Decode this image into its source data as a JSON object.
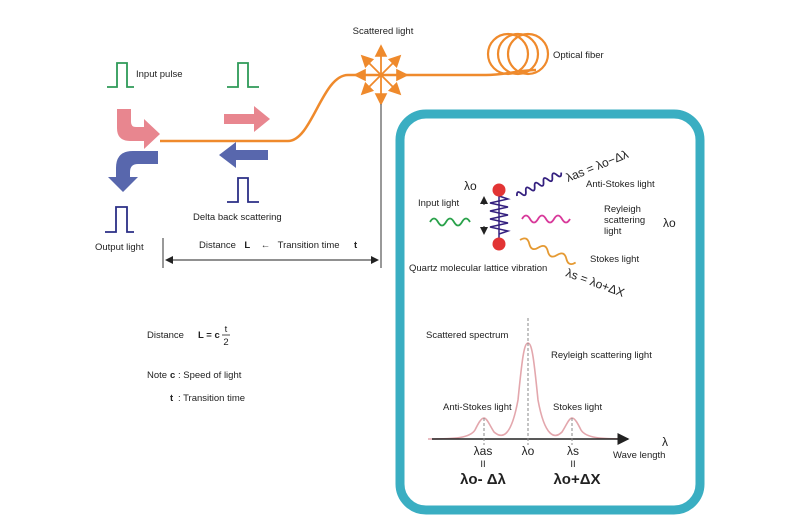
{
  "labels": {
    "input_pulse": "Input pulse",
    "output_light": "Output light",
    "delta_back": "Delta back scattering",
    "scattered_light": "Scattered light",
    "optical_fiber": "Optical fiber",
    "distance_prefix": "Distance",
    "L": "L",
    "arrow_left": "←",
    "transition_time": "Transition time",
    "t": "t",
    "distance_formula_prefix": "Distance",
    "formula_lhs": "L = c",
    "formula_num": "t",
    "formula_den": "2",
    "note": "Note",
    "c_symbol": "c",
    "c_desc": ": Speed of light",
    "t_symbol": "t",
    "t_desc": ": Transition time"
  },
  "inset": {
    "input_light": "Input light",
    "lambda_o_top": "λo",
    "anti_stokes_light": "Anti-Stokes light",
    "rayleigh_line1": "Reyleigh",
    "rayleigh_line2": "scattering",
    "rayleigh_line3": "light",
    "lambda_o_right": "λo",
    "stokes_light": "Stokes light",
    "lattice_vibration": "Quartz molecular lattice vibration",
    "las_formula": "λas = λo−Δλ",
    "ls_formula": "λs = λo+ΔX",
    "scattered_spectrum": "Scattered spectrum",
    "rayleigh_peak": "Reyleigh scattering light",
    "anti_stokes_peak": "Anti-Stokes light",
    "stokes_peak": "Stokes light",
    "axis_lambda": "λ",
    "wave_length": "Wave length",
    "tick_as": "λas",
    "tick_o": "λo",
    "tick_s": "λs",
    "eq_sign_1": "II",
    "eq_sign_2": "II",
    "bottom_as": "λo- Δλ",
    "bottom_s": "λo+ΔX"
  },
  "colors": {
    "fiber": "#ef8a2c",
    "pulse_green": "#2e9a58",
    "pulse_navy": "#2b2f86",
    "arrow_pink": "#e8868f",
    "arrow_blue": "#5867ad",
    "frame": "#3aaec2",
    "spectrum": "#e3a7ad",
    "dash": "#8a8a8a",
    "wave_green": "#2aa24b",
    "wave_purple": "#34207f",
    "wave_magenta": "#d8399a",
    "wave_orange": "#e59a33",
    "node_red": "#e23434"
  }
}
